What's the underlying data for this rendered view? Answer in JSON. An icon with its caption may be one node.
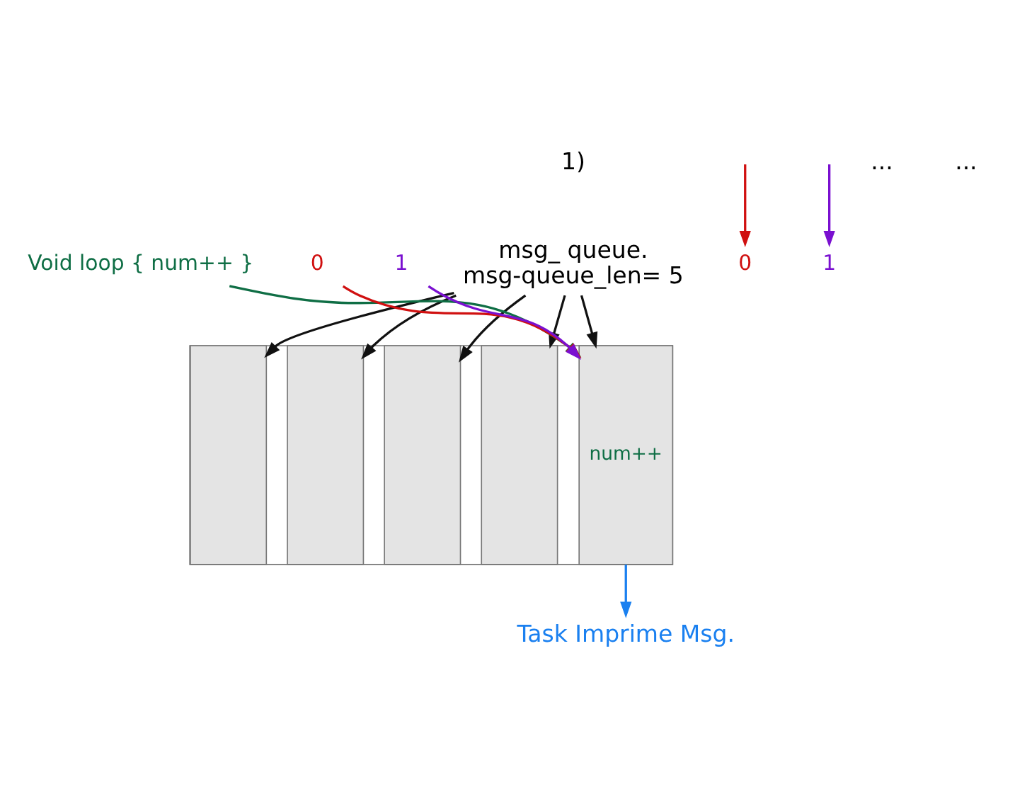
{
  "diagram": {
    "nodes": [
      {
        "text": [
          "msg_ queue.",
          "msg-queue_len= 5"
        ]
      },
      {
        "text": [],
        "shape": "box"
      },
      {
        "text": [],
        "shape": "box",
        "in": 1
      },
      {
        "text": [],
        "shape": "box",
        "in": 1
      },
      {
        "text": [],
        "shape": "box",
        "in": 1
      },
      {
        "text": [],
        "shape": "box",
        "in": 1
      },
      {
        "text": [
          "num++"
        ],
        "in": 1
      },
      {
        "text": [
          "Task Imprime Msg."
        ]
      },
      {
        "text": [
          "Void loop { num++ }"
        ]
      },
      {
        "text": [
          "0"
        ]
      },
      {
        "text": [
          "1"
        ]
      },
      {
        "text": [
          "0"
        ]
      },
      {
        "text": [
          "1"
        ]
      }
    ],
    "edges": [
      {
        "from": 0,
        "to": 2,
        "arrow": "to"
      },
      {
        "from": 0,
        "to": 3,
        "arrow": "to"
      },
      {
        "from": 0,
        "to": 4,
        "arrow": "to"
      },
      {
        "from": 0,
        "to": 5,
        "arrow": "to"
      },
      {
        "from": 0,
        "to": 6,
        "arrow": "to"
      },
      {
        "from": 6,
        "to": 7,
        "arrow": "to",
        "color": "#1a80f0"
      },
      {
        "from": 8,
        "to": 6,
        "arrow": "to",
        "color": "#0f6e45"
      },
      {
        "from": 9,
        "to": 6,
        "arrow": "to",
        "color": "#d01010"
      },
      {
        "from": 10,
        "to": 6,
        "arrow": "to",
        "color": "#7a10d0"
      },
      {
        "from": null,
        "to": 11,
        "arrow": "to",
        "color": "#d01010"
      },
      {
        "from": null,
        "to": 12,
        "arrow": "to",
        "color": "#7a10d0"
      }
    ],
    "labels": [
      "1)",
      "...",
      "..."
    ]
  }
}
